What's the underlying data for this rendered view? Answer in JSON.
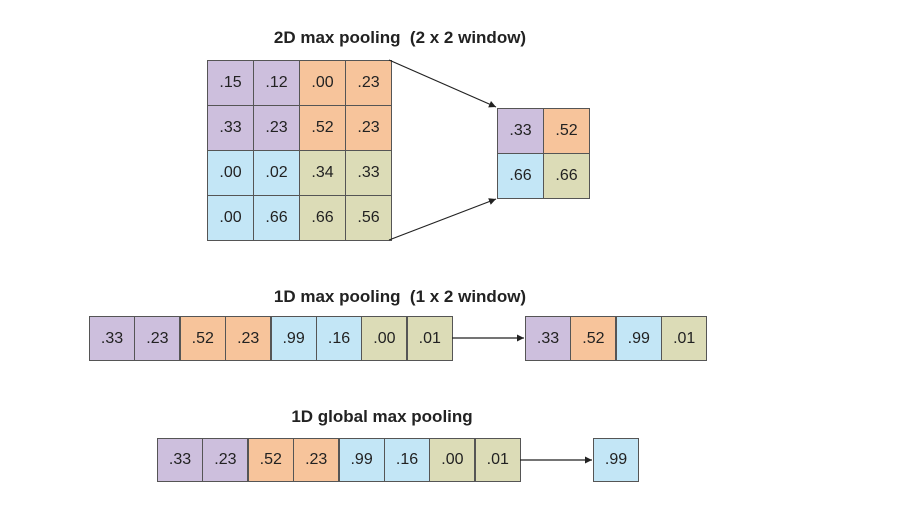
{
  "colors": {
    "purple": "#cdbfdd",
    "orange": "#f7c49b",
    "blue": "#c3e6f6",
    "olive": "#dcdcb7"
  },
  "pool2d": {
    "title": "2D max pooling  (2 x 2 window)",
    "input": [
      [
        {
          "v": ".15",
          "c": "purple"
        },
        {
          "v": ".12",
          "c": "purple"
        },
        {
          "v": ".00",
          "c": "orange"
        },
        {
          "v": ".23",
          "c": "orange"
        }
      ],
      [
        {
          "v": ".33",
          "c": "purple"
        },
        {
          "v": ".23",
          "c": "purple"
        },
        {
          "v": ".52",
          "c": "orange"
        },
        {
          "v": ".23",
          "c": "orange"
        }
      ],
      [
        {
          "v": ".00",
          "c": "blue"
        },
        {
          "v": ".02",
          "c": "blue"
        },
        {
          "v": ".34",
          "c": "olive"
        },
        {
          "v": ".33",
          "c": "olive"
        }
      ],
      [
        {
          "v": ".00",
          "c": "blue"
        },
        {
          "v": ".66",
          "c": "blue"
        },
        {
          "v": ".66",
          "c": "olive"
        },
        {
          "v": ".56",
          "c": "olive"
        }
      ]
    ],
    "output": [
      [
        {
          "v": ".33",
          "c": "purple"
        },
        {
          "v": ".52",
          "c": "orange"
        }
      ],
      [
        {
          "v": ".66",
          "c": "blue"
        },
        {
          "v": ".66",
          "c": "olive"
        }
      ]
    ]
  },
  "pool1d": {
    "title": "1D max pooling  (1 x 2 window)",
    "input": [
      {
        "v": ".33",
        "c": "purple"
      },
      {
        "v": ".23",
        "c": "purple"
      },
      {
        "v": ".52",
        "c": "orange"
      },
      {
        "v": ".23",
        "c": "orange"
      },
      {
        "v": ".99",
        "c": "blue"
      },
      {
        "v": ".16",
        "c": "blue"
      },
      {
        "v": ".00",
        "c": "olive"
      },
      {
        "v": ".01",
        "c": "olive"
      }
    ],
    "output": [
      {
        "v": ".33",
        "c": "purple"
      },
      {
        "v": ".52",
        "c": "orange"
      },
      {
        "v": ".99",
        "c": "blue"
      },
      {
        "v": ".01",
        "c": "olive"
      }
    ]
  },
  "global1d": {
    "title": "1D global max pooling",
    "input": [
      {
        "v": ".33",
        "c": "purple"
      },
      {
        "v": ".23",
        "c": "purple"
      },
      {
        "v": ".52",
        "c": "orange"
      },
      {
        "v": ".23",
        "c": "orange"
      },
      {
        "v": ".99",
        "c": "blue"
      },
      {
        "v": ".16",
        "c": "blue"
      },
      {
        "v": ".00",
        "c": "olive"
      },
      {
        "v": ".01",
        "c": "olive"
      }
    ],
    "output": [
      {
        "v": ".99",
        "c": "blue"
      }
    ]
  }
}
